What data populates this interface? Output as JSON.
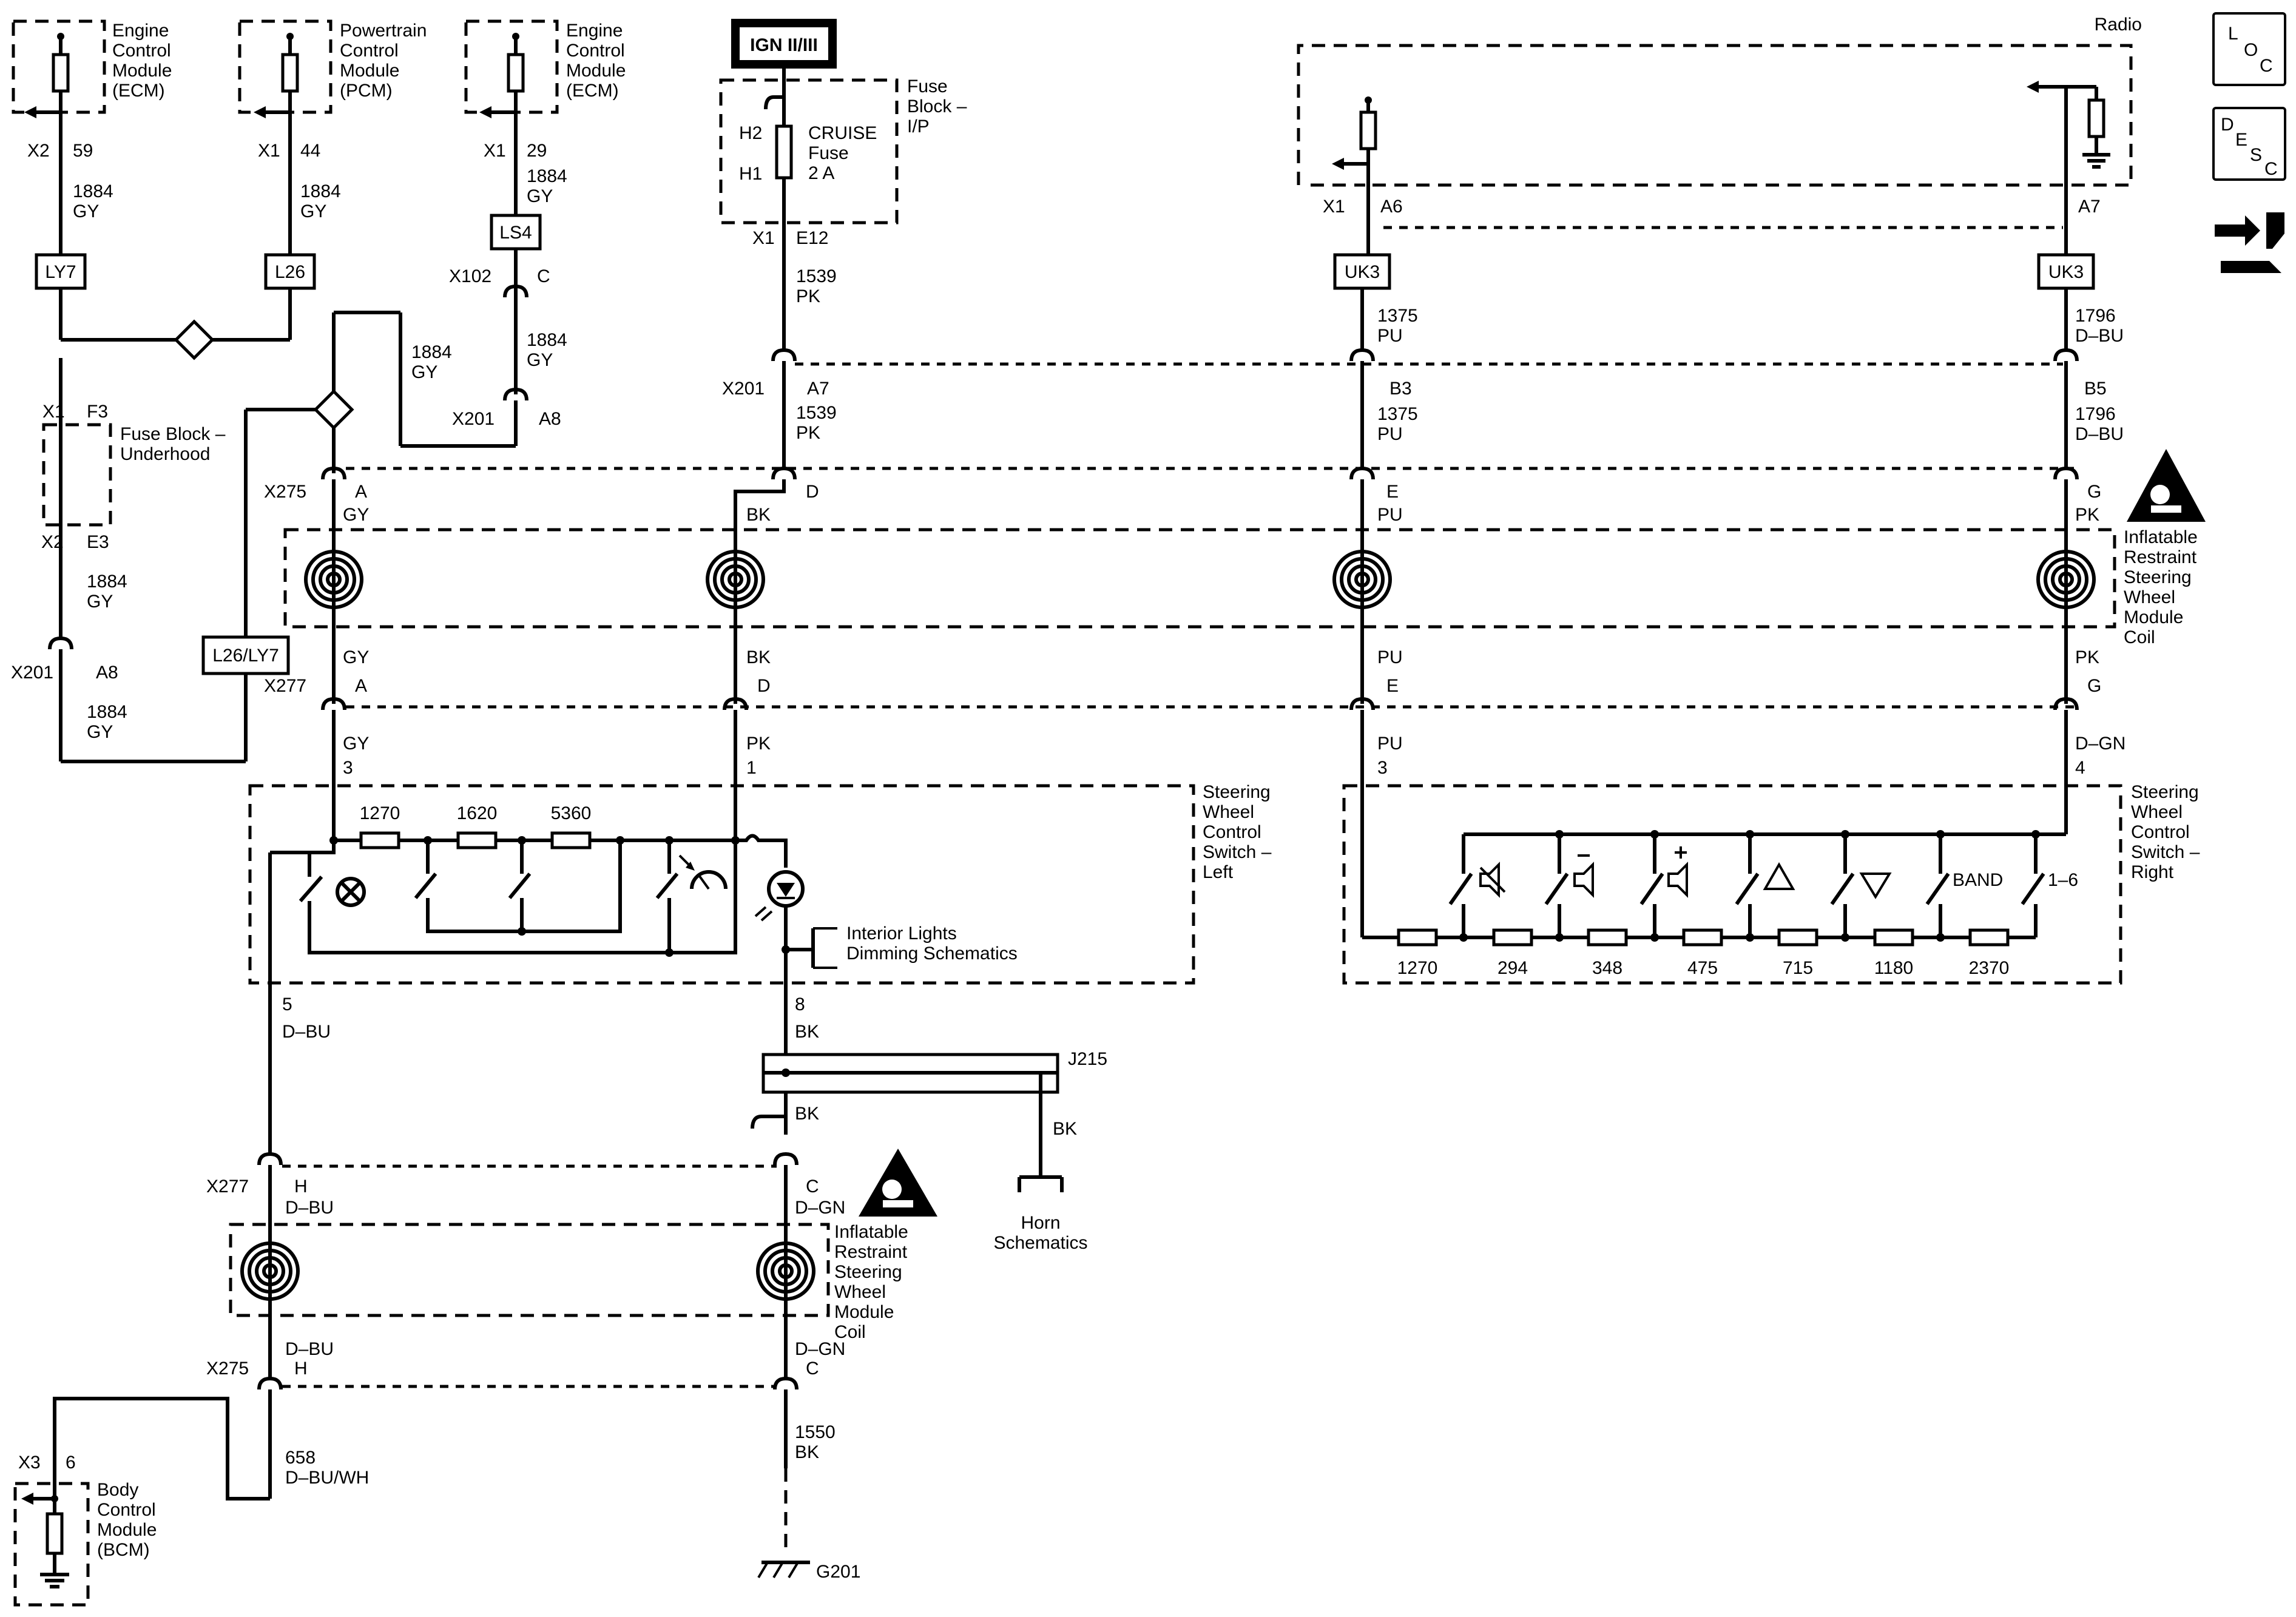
{
  "modules": {
    "ecm1": {
      "name": [
        "Engine",
        "Control",
        "Module",
        "(ECM)"
      ],
      "conn": "X2",
      "pin": "59"
    },
    "pcm": {
      "name": [
        "Powertrain",
        "Control",
        "Module",
        "(PCM)"
      ],
      "conn": "X1",
      "pin": "44"
    },
    "ecm2": {
      "name": [
        "Engine",
        "Control",
        "Module",
        "(ECM)"
      ],
      "conn": "X1",
      "pin": "29"
    },
    "radio": {
      "name": "Radio",
      "left_conn": "X1",
      "left_pin": "A6",
      "right_pin": "A7"
    },
    "bcm": {
      "name": [
        "Body",
        "Control",
        "Module",
        "(BCM)"
      ],
      "conn": "X3",
      "pin": "6"
    }
  },
  "ign_label": "IGN II/III",
  "fuse_ip": {
    "name": [
      "Fuse",
      "Block –",
      "I/P"
    ],
    "fuse": [
      "CRUISE",
      "Fuse",
      "2 A"
    ],
    "h2": "H2",
    "h1": "H1",
    "conn": "X1",
    "pin": "E12"
  },
  "fuse_uh": {
    "name": [
      "Fuse Block –",
      "Underhood"
    ],
    "conn_top": "X1",
    "pin_top": "F3",
    "conn_bot": "X2",
    "pin_bot": "E3"
  },
  "options": {
    "ly7": "LY7",
    "l26": "L26",
    "ls4": "LS4",
    "l26ly7": "L26/LY7",
    "uk3a": "UK3",
    "uk3b": "UK3"
  },
  "wires": {
    "gy1884": [
      "1884",
      "GY"
    ],
    "pk1539": [
      "1539",
      "PK"
    ],
    "pu1375": [
      "1375",
      "PU"
    ],
    "dbu1796": [
      "1796",
      "D–BU"
    ],
    "bk1550": [
      "1550",
      "BK"
    ],
    "dbuwh658": [
      "658",
      "D–BU/WH"
    ]
  },
  "connectors": {
    "x102": "X102",
    "x102_pin": "C",
    "x201": "X201",
    "a8": "A8",
    "a7": "A7",
    "b3": "B3",
    "b5": "B5",
    "x275": "X275",
    "x277": "X277",
    "pA": "A",
    "pD": "D",
    "pE": "E",
    "pG": "G",
    "pH": "H",
    "pC": "C"
  },
  "colors": {
    "gy": "GY",
    "bk": "BK",
    "pu": "PU",
    "pk": "PK",
    "dgn": "D–GN",
    "dbu": "D–BU"
  },
  "pins": {
    "p3": "3",
    "p1": "1",
    "p3b": "3",
    "p4": "4",
    "p5": "5",
    "p8": "8"
  },
  "airbag_coil": [
    "Inflatable",
    "Restraint",
    "Steering",
    "Wheel",
    "Module",
    "Coil"
  ],
  "switch_left": {
    "name": [
      "Steering",
      "Wheel",
      "Control",
      "Switch –",
      "Left"
    ],
    "resistors": [
      "1270",
      "1620",
      "5360"
    ]
  },
  "switch_right": {
    "name": [
      "Steering",
      "Wheel",
      "Control",
      "Switch –",
      "Right"
    ],
    "resistors": [
      "1270",
      "294",
      "348",
      "475",
      "715",
      "1180",
      "2370"
    ],
    "band": "BAND",
    "range": "1–6"
  },
  "interior": [
    "Interior Lights",
    "Dimming Schematics"
  ],
  "j215": "J215",
  "horn": [
    "Horn",
    "Schematics"
  ],
  "ground": "G201",
  "nav_icons": {
    "loc": [
      "L",
      "O",
      "C"
    ],
    "desc": [
      "D",
      "E",
      "S",
      "C"
    ],
    "names": [
      "loc-icon",
      "desc-icon",
      "connector-tool-icon"
    ]
  }
}
